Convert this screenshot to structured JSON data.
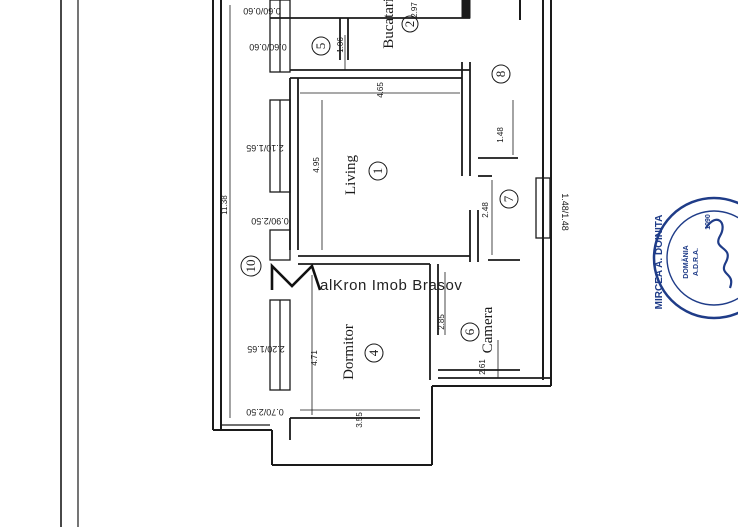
{
  "rooms": {
    "bucatarie": {
      "name": "Bucatarie",
      "number": "2",
      "dim": "2.97"
    },
    "r5": {
      "number": "5",
      "dim": "1.06"
    },
    "r8": {
      "number": "8"
    },
    "living": {
      "name": "Living",
      "number": "1",
      "dim_w": "4.65",
      "dim_h": "4.95"
    },
    "r7": {
      "number": "7",
      "dim_a": "1.48",
      "dim_b": "2.48"
    },
    "r10": {
      "number": "10",
      "dim": "11.38"
    },
    "dormitor": {
      "name": "Dormitor",
      "number": "4",
      "dim_h": "4.71",
      "dim_w": "3.55"
    },
    "camera": {
      "name": "Camera",
      "number": "6",
      "dim_a": "2.85",
      "dim_b": "2.61"
    }
  },
  "windows": {
    "w1": "0.60/0.60",
    "w2": "0.60/0.60",
    "w3": "2.10/1.65",
    "w4": "0.90/2.50",
    "w5": "2.20/1.65",
    "w6": "0.70/2.50",
    "w7": "1.48/1.48"
  },
  "watermark": {
    "text": "alKron Imob Brasov"
  },
  "stamp": {
    "name": "MIRCEA A. DOINITA",
    "domain": "DOMĂNIA",
    "sub1": "A.D.R.A.",
    "sub2": "1090"
  },
  "colors": {
    "ink": "#1a1a1a",
    "stamp": "#1f3c88"
  }
}
